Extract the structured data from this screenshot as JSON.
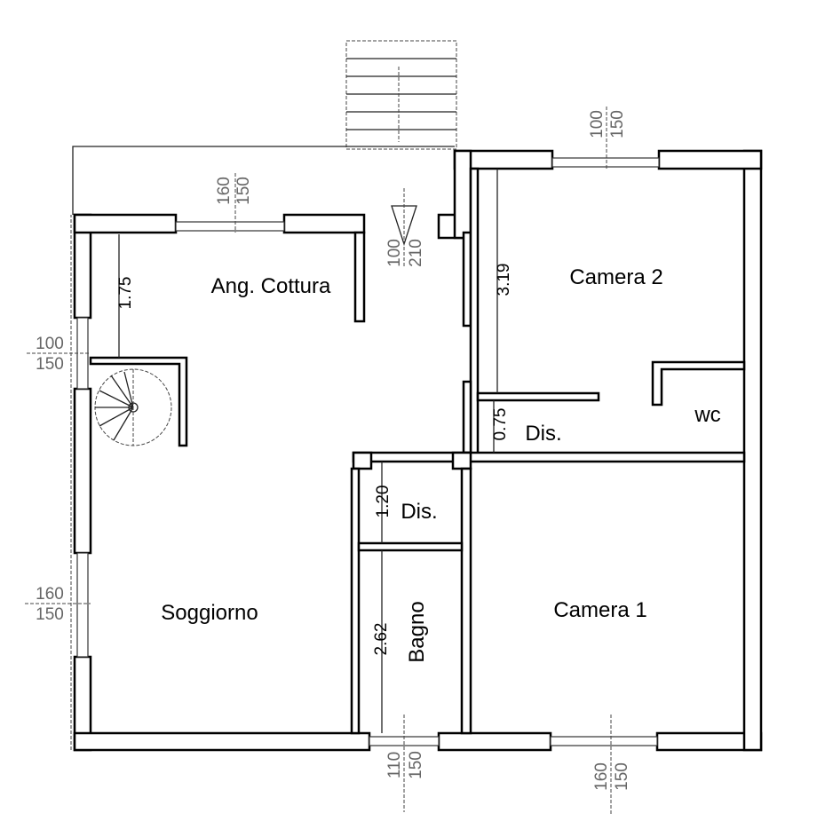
{
  "rooms": {
    "kitchen": "Ang. Cottura",
    "bedroom2": "Camera 2",
    "hall_upper": "Dis.",
    "wc": "wc",
    "hall_lower": "Dis.",
    "living": "Soggiorno",
    "bathroom": "Bagno",
    "bedroom1": "Camera 1"
  },
  "dimensions": {
    "kitchen_depth": "1.75",
    "bedroom2_depth": "3.19",
    "hall_upper_width": "0.75",
    "hall_lower_width": "1.20",
    "bathroom_length": "2.62"
  },
  "openings": {
    "kitchen_window": {
      "width": "160",
      "height": "150"
    },
    "entrance_door": {
      "width": "100",
      "height": "210"
    },
    "bedroom2_window": {
      "width": "100",
      "height": "150"
    },
    "left_window_upper": {
      "width": "100",
      "height": "150"
    },
    "left_window_lower": {
      "width": "160",
      "height": "150"
    },
    "bathroom_window": {
      "width": "110",
      "height": "150"
    },
    "bedroom1_window": {
      "width": "160",
      "height": "150"
    }
  }
}
